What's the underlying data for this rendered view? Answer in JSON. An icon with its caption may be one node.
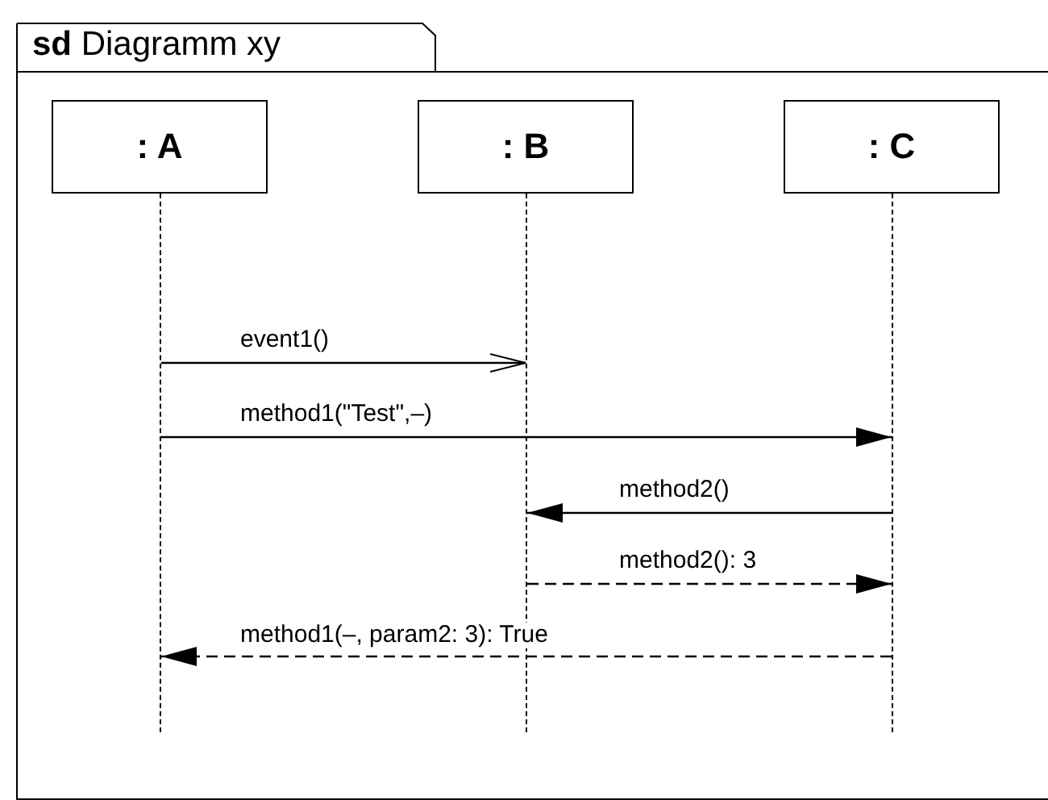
{
  "diagram": {
    "nodes": [
      {
        "text": [
          "**sd** Diagramm xy"
        ]
      },
      {
        "text": [
          ": A"
        ],
        "in": 0
      },
      {
        "text": [
          ": B"
        ],
        "in": 0
      },
      {
        "text": [
          ": C"
        ],
        "in": 0
      },
      {
        "text": [],
        "shape": "bar",
        "in": 0
      },
      {
        "text": [],
        "shape": "bar",
        "in": 0
      },
      {
        "text": [],
        "shape": "bar",
        "in": 0
      }
    ],
    "edges": [
      {
        "from": 4,
        "to": 5,
        "arrow": "to",
        "label": "event1()"
      },
      {
        "from": 4,
        "to": 6,
        "arrow": "to",
        "label": "method1(\"Test\",–)"
      },
      {
        "from": 6,
        "to": 5,
        "arrow": "to",
        "label": "method2()"
      },
      {
        "from": 5,
        "to": 6,
        "arrow": "to",
        "label": "method2(): 3",
        "style": "dashed"
      },
      {
        "from": 6,
        "to": 4,
        "arrow": "to",
        "label": "method1(–, param2: 3): True",
        "style": "dashed"
      }
    ]
  }
}
